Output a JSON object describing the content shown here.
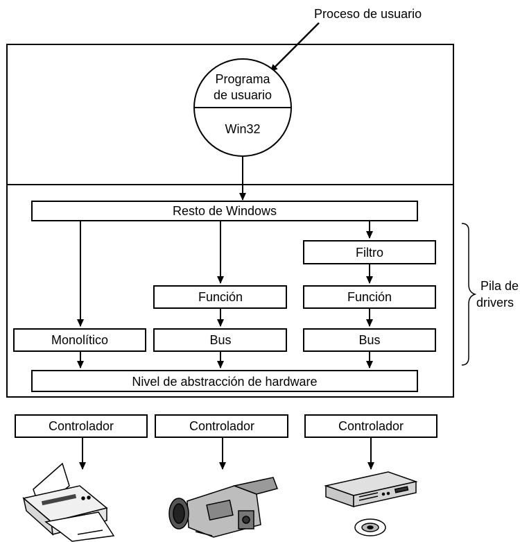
{
  "user_process_label": "Proceso de usuario",
  "user_program": {
    "top_label_line1": "Programa",
    "top_label_line2": "de usuario",
    "bottom_label": "Win32"
  },
  "rest_of_windows": "Resto de Windows",
  "filter": "Filtro",
  "function_middle": "Función",
  "function_right": "Función",
  "monolithic": "Monolítico",
  "bus_middle": "Bus",
  "bus_right": "Bus",
  "hal": "Nivel de abstracción de hardware",
  "driver_stack_label_line1": "Pila de",
  "driver_stack_label_line2": "drivers",
  "controllers": [
    "Controlador",
    "Controlador",
    "Controlador"
  ],
  "devices": [
    "printer-icon",
    "camcorder-icon",
    "cd-drive-icon"
  ]
}
